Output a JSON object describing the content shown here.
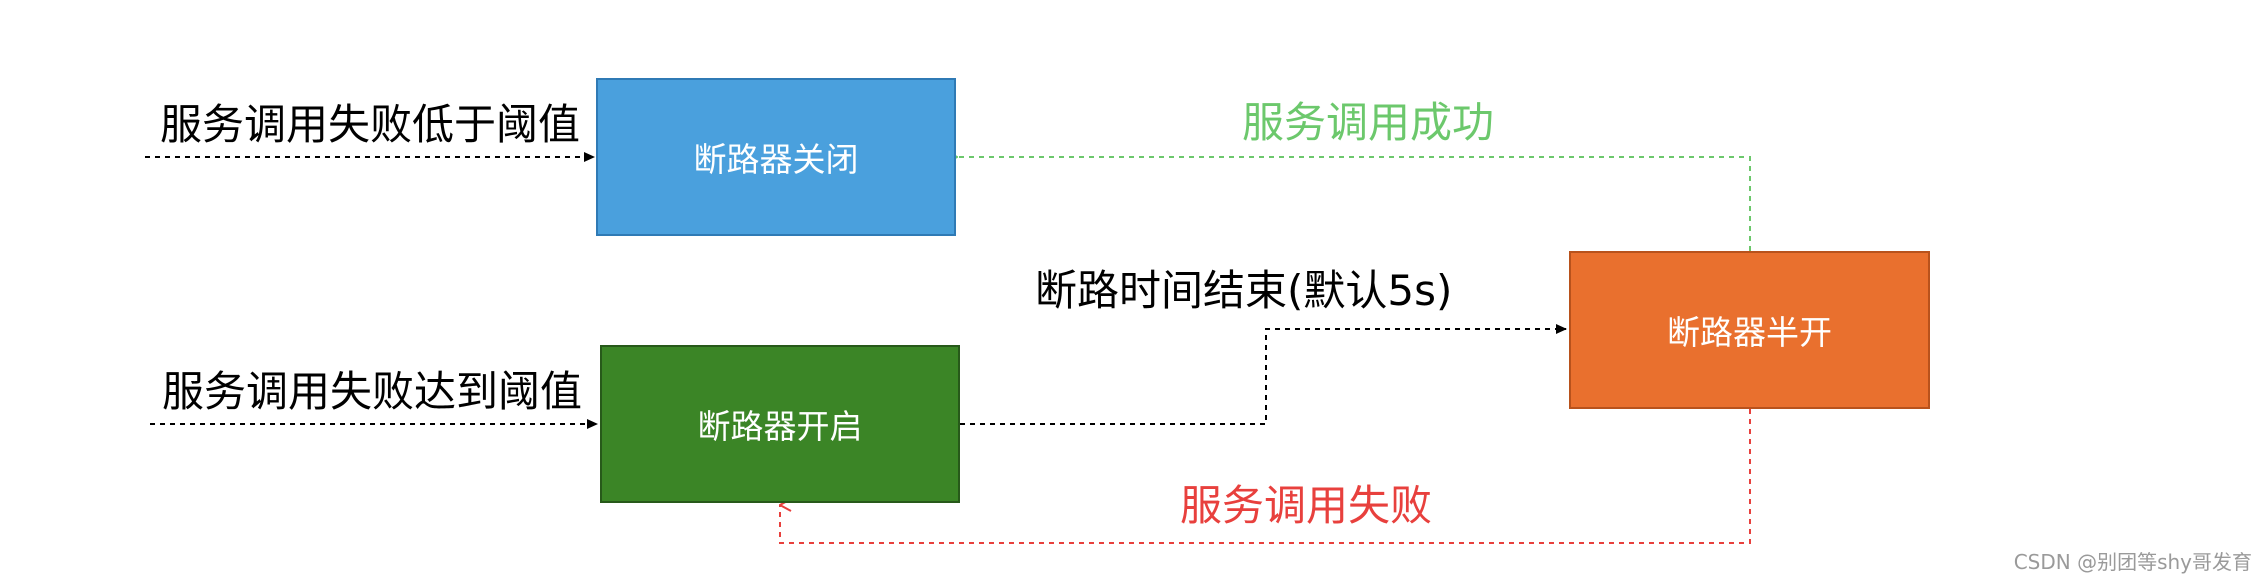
{
  "nodes": {
    "closed": {
      "label": "断路器关闭",
      "fill": "#4aa0dd",
      "stroke": "#2f7ab5"
    },
    "open": {
      "label": "断路器开启",
      "fill": "#3b8526",
      "stroke": "#27591a"
    },
    "half_open": {
      "label": "断路器半开",
      "fill": "#e9702e",
      "stroke": "#b8521c"
    }
  },
  "edges": {
    "below_threshold": {
      "label": "服务调用失败低于阈值",
      "color": "#000000"
    },
    "reach_threshold": {
      "label": "服务调用失败达到阈值",
      "color": "#000000"
    },
    "timeout_end": {
      "label": "断路时间结束(默认5s)",
      "color": "#000000"
    },
    "call_success": {
      "label": "服务调用成功",
      "color": "#6cc86c"
    },
    "call_fail": {
      "label": "服务调用失败",
      "color": "#e8403d"
    }
  },
  "watermark": "CSDN @别团等shy哥发育"
}
